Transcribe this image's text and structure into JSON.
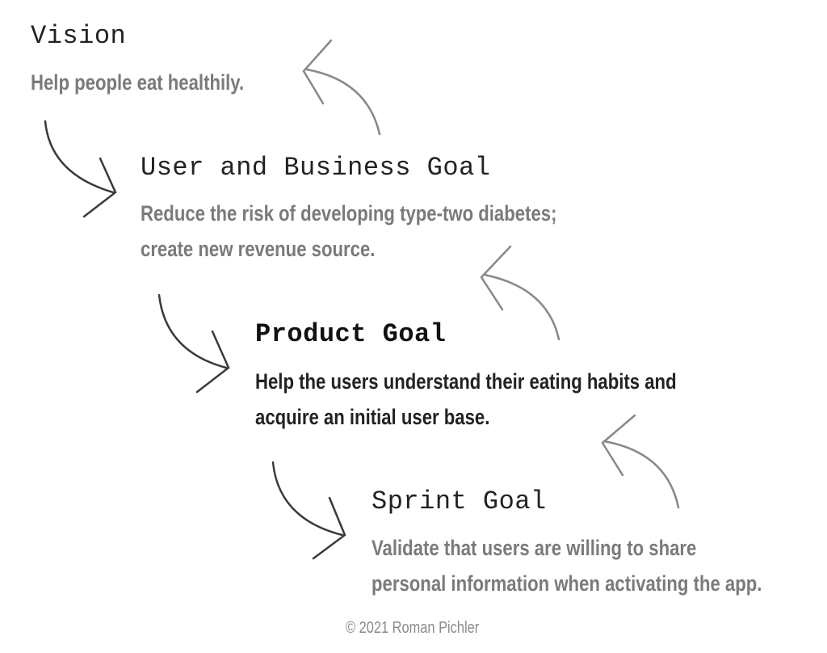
{
  "levels": [
    {
      "heading": "Vision",
      "lines": [
        "Help people eat healthily."
      ]
    },
    {
      "heading": "User and Business Goal",
      "lines": [
        "Reduce the risk of developing type-two diabetes;",
        "create new revenue source."
      ]
    },
    {
      "heading": "Product Goal",
      "lines": [
        "Help the users understand their eating habits and",
        "acquire an initial user base."
      ]
    },
    {
      "heading": "Sprint Goal",
      "lines": [
        "Validate that users are willing to share",
        "personal information when activating the app."
      ]
    }
  ],
  "copyright": "© 2021 Roman Pichler",
  "colors": {
    "heading": "#222222",
    "grey_text": "#7a7a7a",
    "dark_text": "#222222",
    "arrow_down": "#3a3a3a",
    "arrow_up": "#888888"
  }
}
